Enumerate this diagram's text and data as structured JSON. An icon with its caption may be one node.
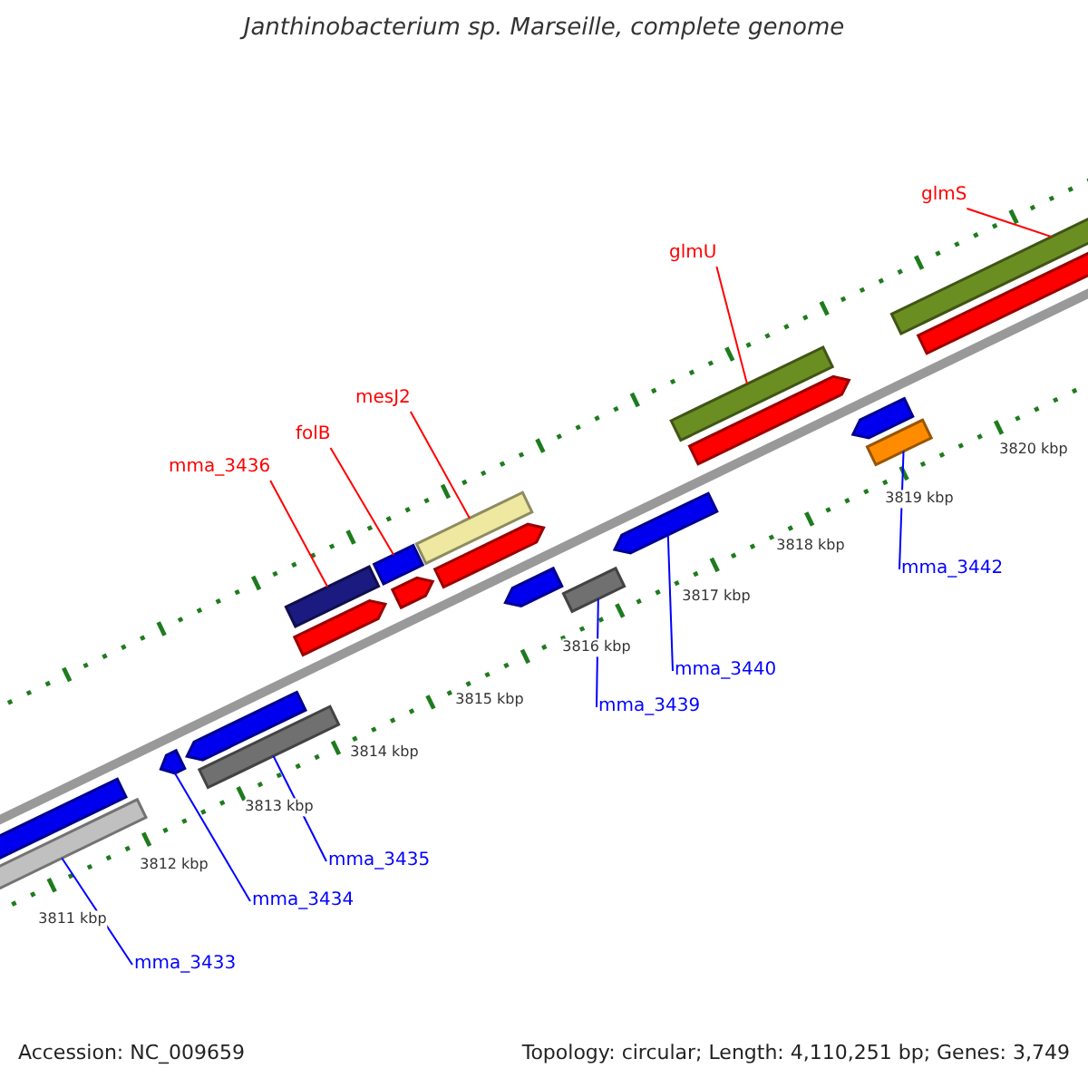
{
  "diagram": {
    "title": "Janthinobacterium sp. Marseille, complete genome",
    "nodes": [
      {
        "text": [
          "mma_3436"
        ]
      },
      {
        "text": [
          "folB"
        ]
      },
      {
        "text": [
          "mesJ2"
        ]
      },
      {
        "text": [
          "glmU"
        ]
      },
      {
        "text": [
          "glmS"
        ]
      },
      {
        "text": [
          "mma_3433"
        ]
      },
      {
        "text": [
          "mma_3434"
        ]
      },
      {
        "text": [
          "mma_3435"
        ]
      },
      {
        "text": [
          "mma_3439"
        ]
      },
      {
        "text": [
          "mma_3440"
        ]
      },
      {
        "text": [
          "mma_3442"
        ]
      },
      {
        "text": [],
        "shape": "bar"
      },
      {
        "text": [],
        "shape": "bar"
      },
      {
        "text": [],
        "shape": "bar"
      },
      {
        "text": [],
        "shape": "bar"
      },
      {
        "text": [],
        "shape": "bar"
      },
      {
        "text": [],
        "shape": "bar"
      },
      {
        "text": [],
        "shape": "bar"
      },
      {
        "text": [],
        "shape": "bar"
      },
      {
        "text": [],
        "shape": "bar"
      },
      {
        "text": [],
        "shape": "bar"
      },
      {
        "text": [],
        "shape": "bar"
      },
      {
        "text": [],
        "shape": "bar"
      },
      {
        "text": [],
        "shape": "bar"
      },
      {
        "text": [],
        "shape": "bar"
      },
      {
        "text": [],
        "shape": "bar"
      },
      {
        "text": [],
        "shape": "bar"
      },
      {
        "text": [],
        "shape": "bar"
      },
      {
        "text": [],
        "shape": "bar"
      },
      {
        "text": [],
        "shape": "bar"
      },
      {
        "text": [],
        "shape": "bar"
      }
    ],
    "edges": [
      {
        "from": 0,
        "to": 11,
        "arrow": "none",
        "color": "#ff0000"
      },
      {
        "from": 1,
        "to": 12,
        "arrow": "none",
        "color": "#ff0000"
      },
      {
        "from": 2,
        "to": 13,
        "arrow": "none",
        "color": "#ff0000"
      },
      {
        "from": 3,
        "to": 14,
        "arrow": "none",
        "color": "#ff0000"
      },
      {
        "from": 4,
        "to": 15,
        "arrow": "none",
        "color": "#ff0000"
      },
      {
        "from": 5,
        "to": 16,
        "arrow": "none"
      },
      {
        "from": 6,
        "to": 17,
        "arrow": "none"
      },
      {
        "from": 7,
        "to": 18,
        "arrow": "none"
      },
      {
        "from": 8,
        "to": 19,
        "arrow": "none"
      },
      {
        "from": 9,
        "to": 20,
        "arrow": "none"
      },
      {
        "from": 10,
        "to": 21,
        "arrow": "none"
      }
    ],
    "labels": [
      "3811 kbp",
      "3812 kbp",
      "3813 kbp",
      "3814 kbp",
      "3815 kbp",
      "3816 kbp",
      "3817 kbp",
      "3818 kbp",
      "3819 kbp",
      "3820 kbp",
      "Accession: NC_009659",
      "Topology: circular; Length: 4,110,251 bp; Genes: 3,749"
    ]
  }
}
